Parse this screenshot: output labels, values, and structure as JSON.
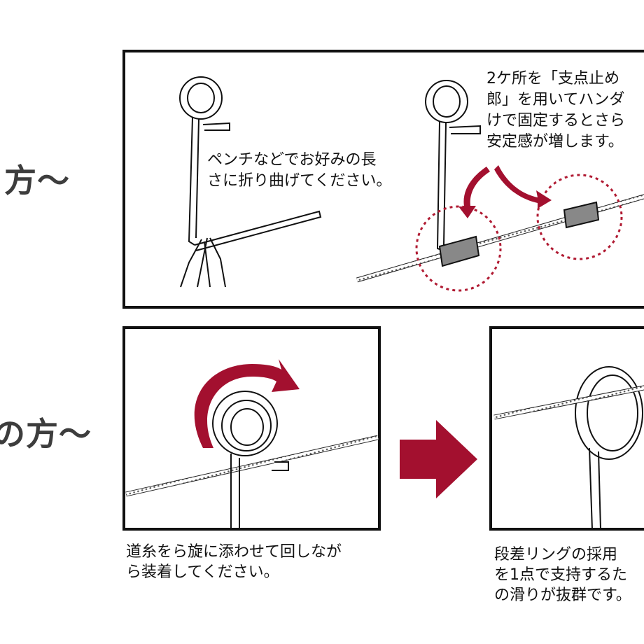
{
  "headings": {
    "top": "方〜",
    "bottom": "の方〜"
  },
  "top_panel": {
    "left_text": [
      "ペンチなどでお好みの長",
      "さに折り曲げてください。"
    ],
    "right_text": [
      "2ケ所を「支点止め",
      "郎」を用いてハンダ",
      "けで固定するとさら",
      "安定感が増します。"
    ]
  },
  "bottom_left": {
    "caption": [
      "道糸をら旋に添わせて回しなが",
      "ら装着してください。"
    ]
  },
  "bottom_right": {
    "caption": [
      "段差リングの採用",
      "を1点で支持するた",
      "の滑りが抜群です。"
    ]
  },
  "colors": {
    "accent": "#a3102f",
    "dotted_circle": "#b01a32",
    "line": "#111111",
    "heading": "#3d3d3d"
  }
}
